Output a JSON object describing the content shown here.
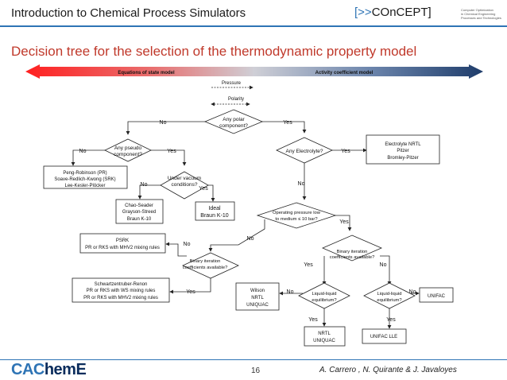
{
  "header": {
    "title": "Introduction to Chemical Process Simulators",
    "brand_open": "[>>",
    "brand_name": "COnCEPT]",
    "brand_sub": [
      "Computer Optimization",
      "in Chemical Engineering",
      "Processes and Technologies"
    ]
  },
  "slide_title": "Decision tree for the selection of the thermodynamic property model",
  "colors": {
    "red": "#e02020",
    "blue": "#1f3d6b",
    "accent": "#2e74b5",
    "title": "#c0392b"
  },
  "arrow": {
    "left_label": "Equations of state model",
    "right_label": "Activity coefficient model"
  },
  "scope": {
    "pressure": "Pressure",
    "polarity": "Polarity"
  },
  "nodes": {
    "polar": [
      "Any polar",
      "component?"
    ],
    "pseudo": [
      "Any pseudo",
      "component?"
    ],
    "electrolyte": [
      "Any Electrolyte?"
    ],
    "vacuum": [
      "Under vacuum",
      "conditions?"
    ],
    "pressure_low": [
      "Operating pressure low",
      "to medium ≤ 10 bar?"
    ],
    "binary_top": [
      "Binary iteration",
      "coefficients available?"
    ],
    "binary_left": [
      "Binary iteration",
      "coefficients available?"
    ],
    "ll_left": [
      "Liquid-liquid",
      "equilibrium?"
    ],
    "ll_right": [
      "Liquid-liquid",
      "equilibrium?"
    ]
  },
  "models": {
    "electrolyte": [
      "Electrolyte NRTL",
      "Pitzer",
      "Bromley-Pitzer"
    ],
    "pr": [
      "Peng-Robinson (PR)",
      "Soave-Redlich-Kwong (SRK)",
      "Lee-Kesler-Plöcker"
    ],
    "chao": [
      "Chao-Seader",
      "Grayson-Streed",
      "Braun K-10"
    ],
    "ideal": [
      "Ideal",
      "Braun K-10"
    ],
    "psrk": [
      "PSRK",
      "PR or RKS with MHV2 mixing rules"
    ],
    "schwartz": [
      "Schwartzentruber-Renon",
      "PR or RKS with WS mixing rules",
      "PR or RKS with MHV2 mixing rules"
    ],
    "wilson": [
      "Wilson",
      "NRTL",
      "UNIQUAC"
    ],
    "nrtl": [
      "NRTL",
      "UNIQUAC"
    ],
    "unifac_lle": [
      "UNIFAC LLE"
    ],
    "unifac": [
      "UNIFAC"
    ]
  },
  "labels": {
    "polar_no": "No",
    "polar_yes": "Yes",
    "pseudo_no": "No",
    "pseudo_yes": "Yes",
    "elec_yes": "Yes",
    "elec_no": "No",
    "vac_no": "No",
    "vac_yes": "Yes",
    "press_yes": "Yes",
    "press_no": "No",
    "bint_yes": "Yes",
    "bint_no": "No",
    "binl_no": "No",
    "binl_yes": "Yes",
    "lll_no": "No",
    "lll_yes": "Yes",
    "llr_no": "No",
    "llr_yes": "Yes"
  },
  "footer": {
    "logo_a": "C",
    "logo_b": "AC",
    "logo_c": "hemE",
    "page": "16",
    "authors": "A. Carrero , N. Quirante & J. Javaloyes"
  }
}
